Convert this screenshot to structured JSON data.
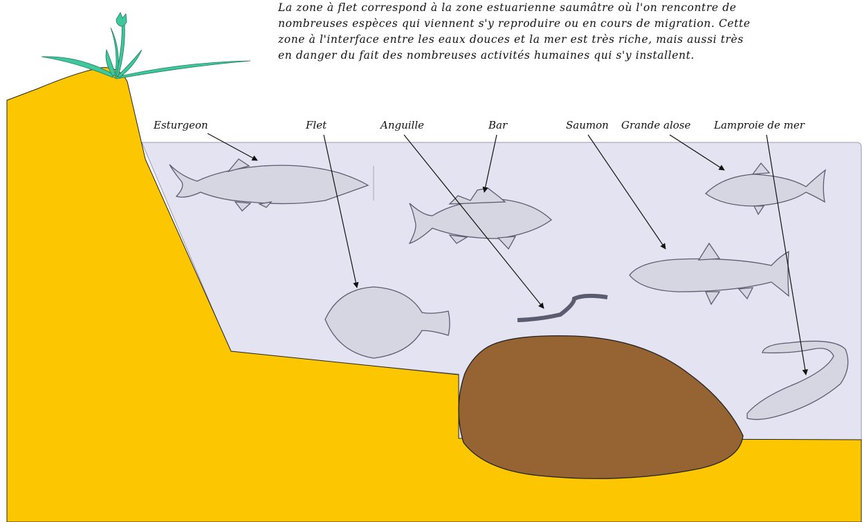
{
  "caption": "La zone à flet correspond à la zone estuarienne saumâtre où l'on rencontre de\nnombreuses espèces qui viennent s'y reproduire ou en cours de migration. Cette\nzone à l'interface entre les eaux douces et la mer est très riche, mais aussi très\nen danger du fait des nombreuses activités humaines qui s'y installent.",
  "labels": {
    "esturgeon": "Esturgeon",
    "flet": "Flet",
    "anguille": "Anguille",
    "bar": "Bar",
    "saumon": "Saumon",
    "grande_alose": "Grande alose",
    "lamproie": "Lamproie de mer"
  },
  "colors": {
    "ground": "#fcc600",
    "water": "#e3e3f2",
    "rock": "#966332",
    "plant": "#3fc79d",
    "fish_fill": "#d6d6e3",
    "fish_stroke": "#5c5c70"
  }
}
